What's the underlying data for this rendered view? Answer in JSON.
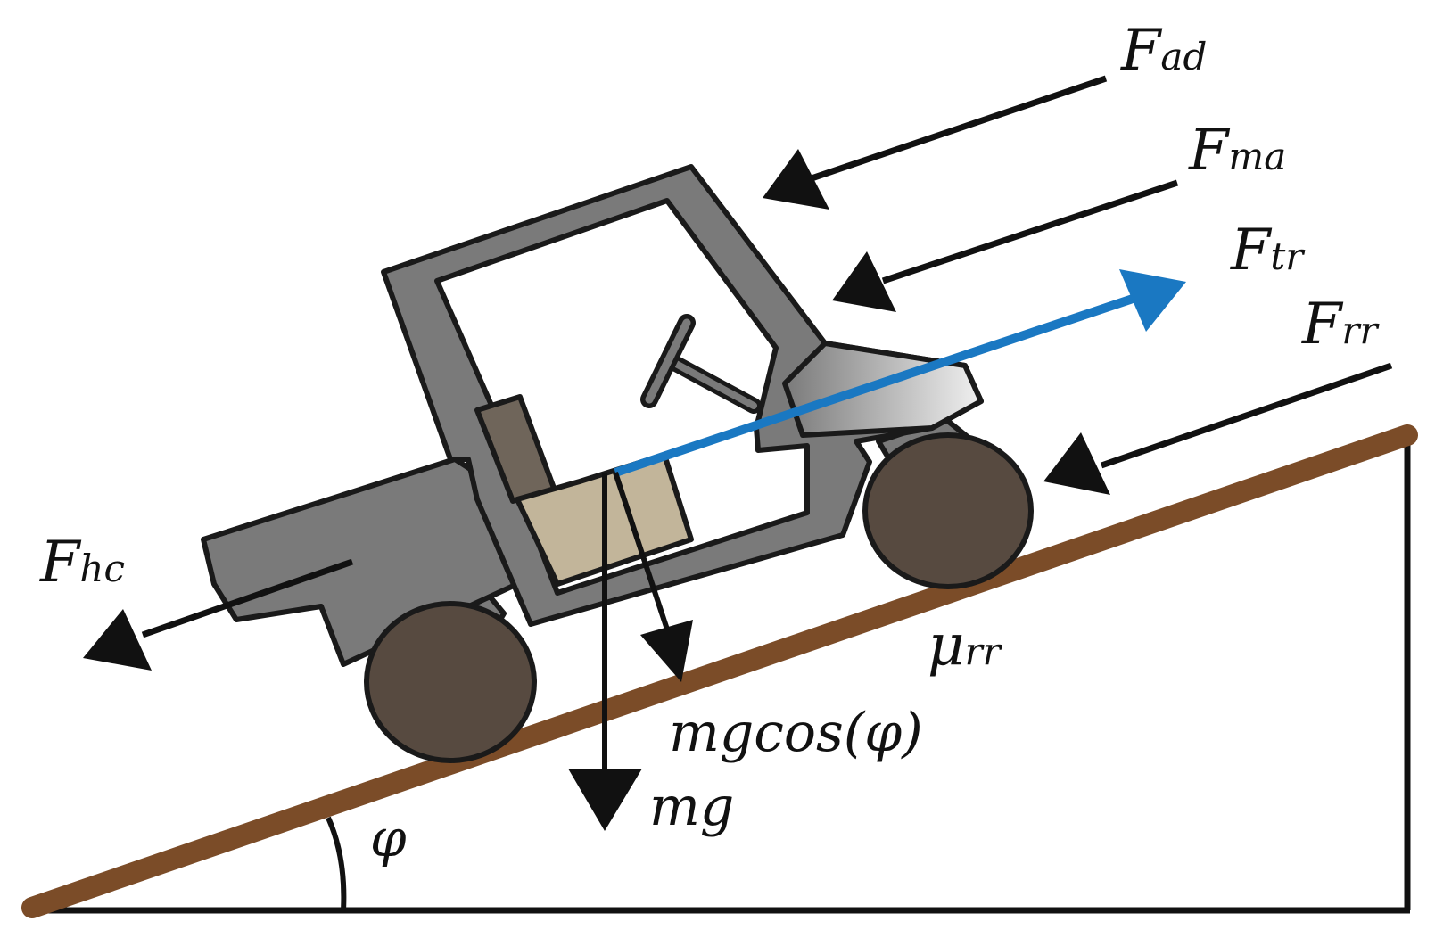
{
  "labels": {
    "F": "F",
    "ad": "ad",
    "ma": "ma",
    "tr": "tr",
    "rr": "rr",
    "hc": "hc",
    "mu": "μ",
    "mu_sub": "rr",
    "mg_cos": "mgcos(φ)",
    "mg": "mg",
    "phi": "φ"
  },
  "colors": {
    "ground": "#7b4c28",
    "body": "#7a7a7a",
    "outline": "#1a1a1a",
    "wheel": "#574a40",
    "seat": "#c2b59a",
    "seatback": "#6f655a",
    "traction": "#1a78c2",
    "arrow": "#1a1a1a"
  }
}
